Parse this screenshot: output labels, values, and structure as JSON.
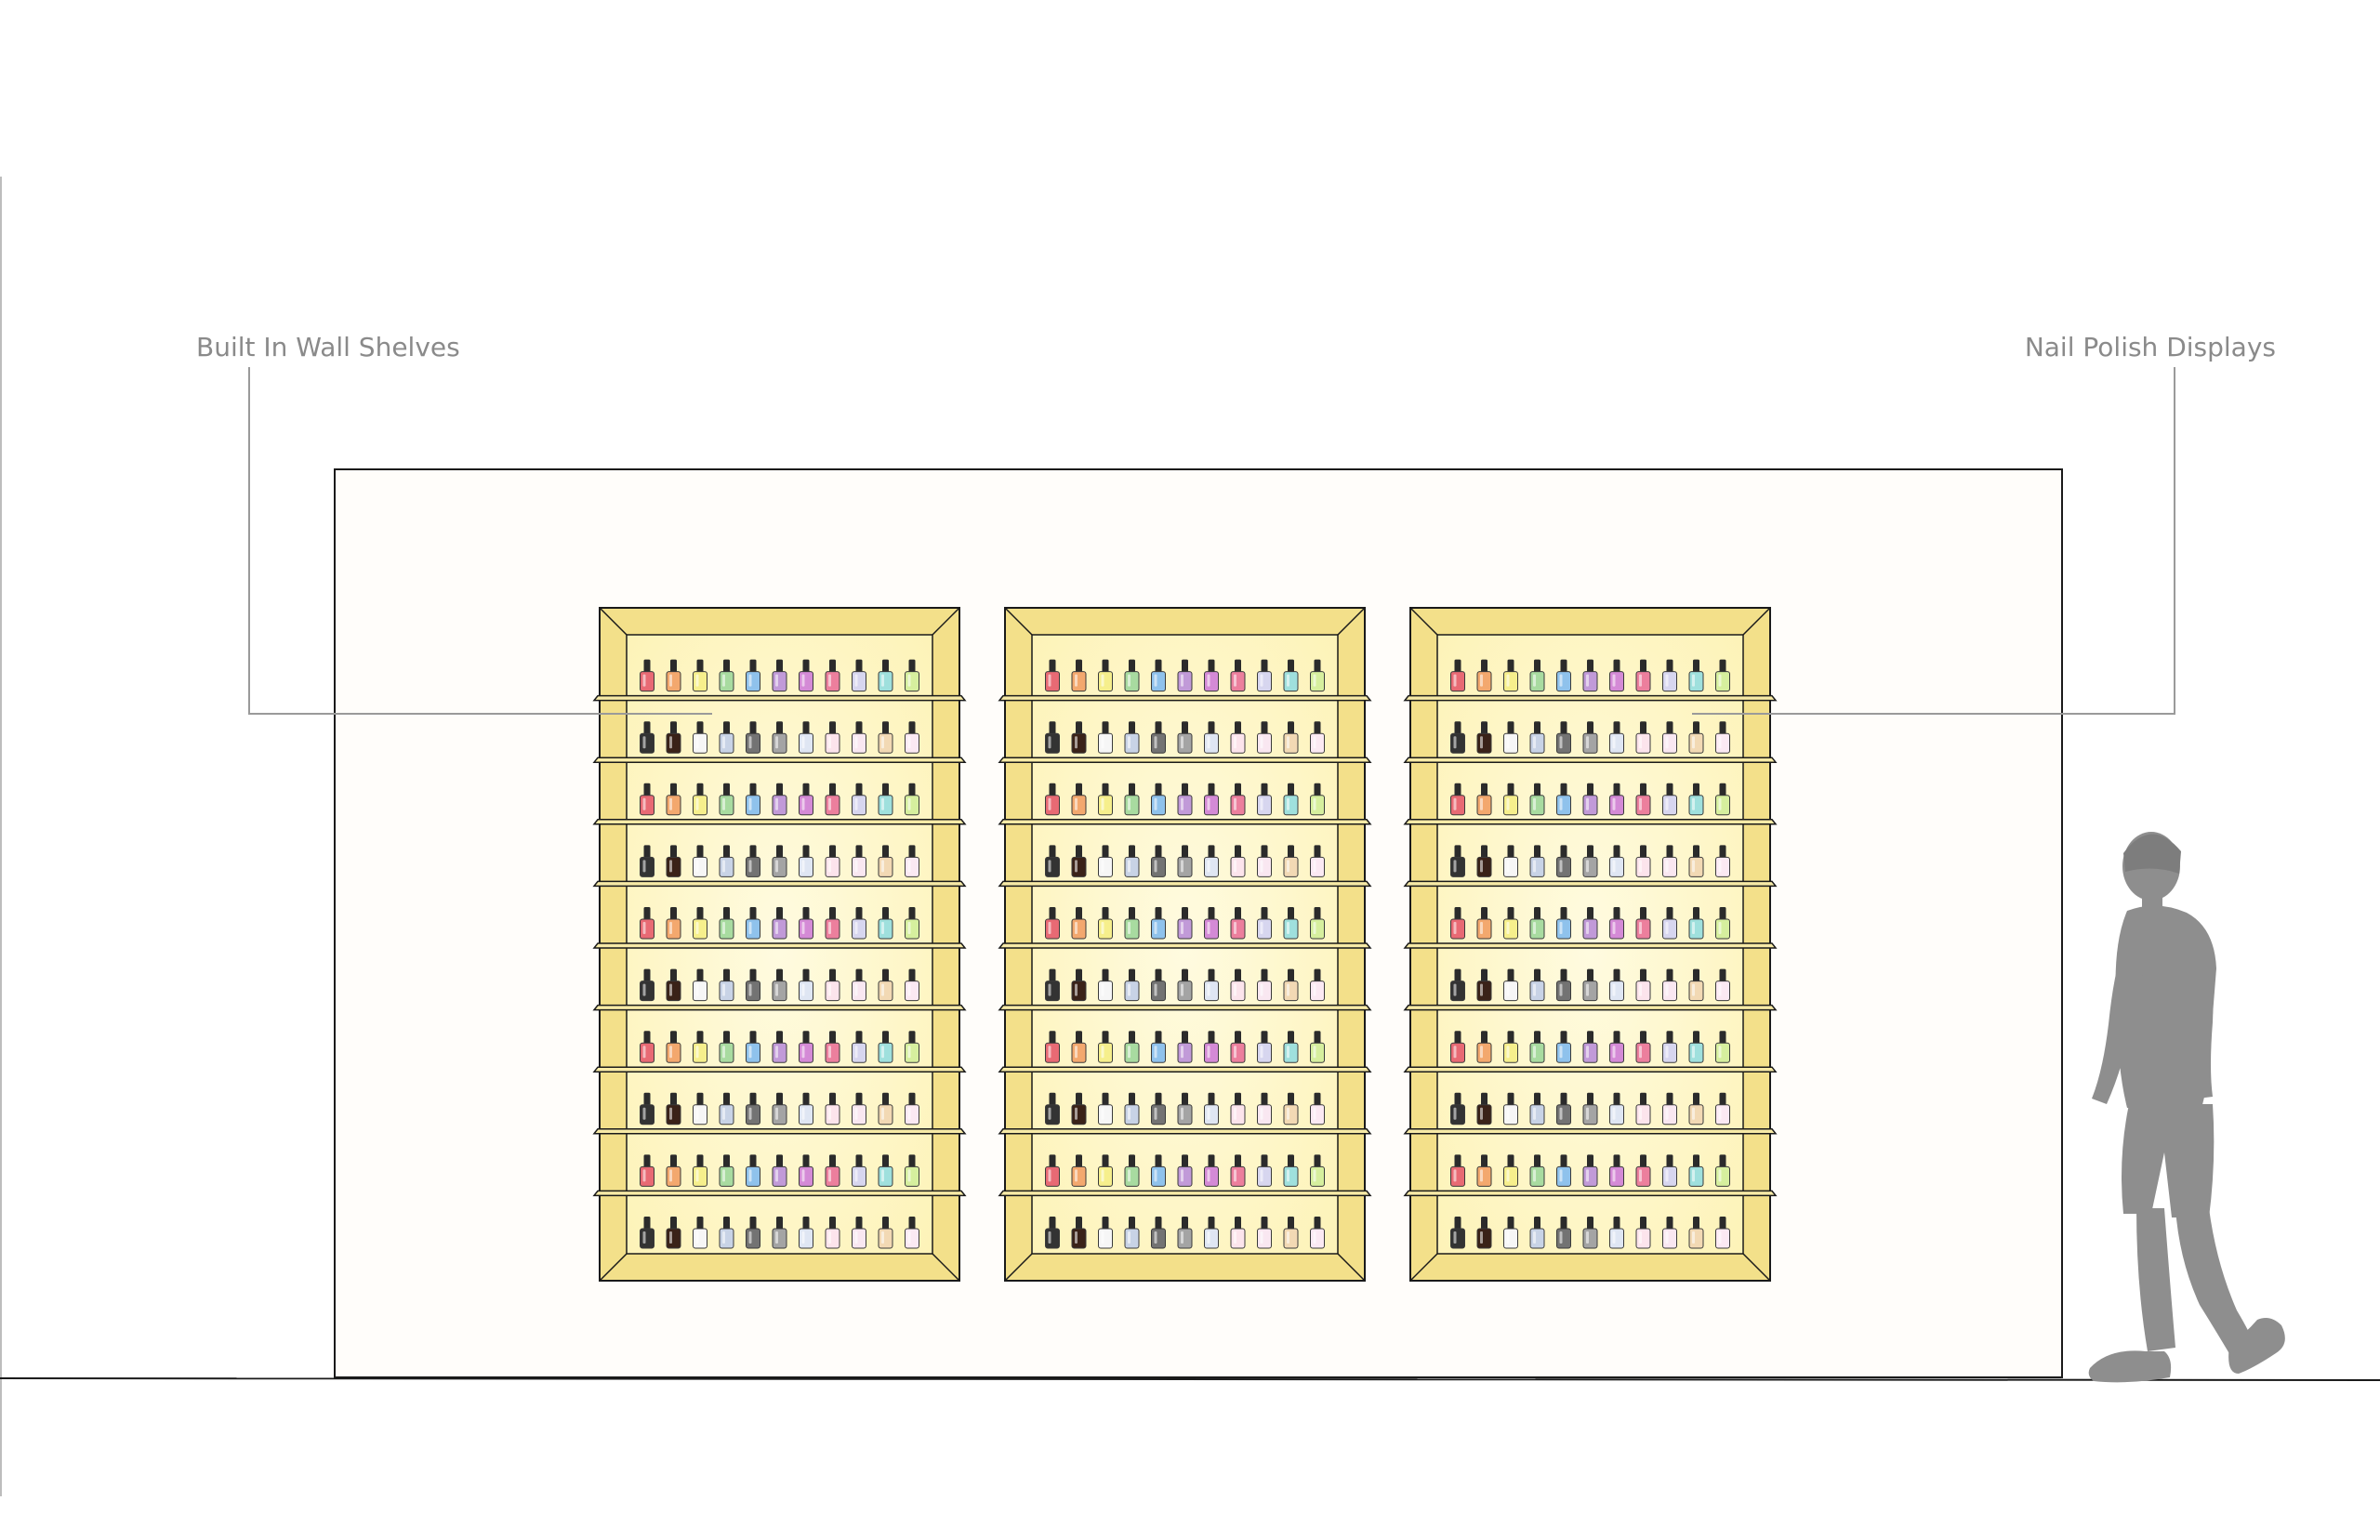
{
  "callouts": {
    "left": "Built In Wall Shelves",
    "right": "Nail Polish Displays"
  },
  "shelving": {
    "unit_count": 3,
    "shelves_per_unit": 10,
    "bottles_per_shelf": 11
  },
  "colors": {
    "line": "#1a1a1a",
    "callout_line": "#9a9a9a",
    "callout_text": "#8a8a8a",
    "wall_fill": "#fffdfa",
    "shelf_back": "#fdf3b8",
    "shelf_frame": "#f3e08a",
    "silhouette": "#8e8e8e"
  },
  "palettes": {
    "bright": [
      "#e86a74",
      "#f3a86e",
      "#f6ef8c",
      "#a8dba0",
      "#8fc2ec",
      "#c19ad8",
      "#d48ad6",
      "#ec7f9d",
      "#d7d6ef",
      "#9fe0dd",
      "#d6ef9e"
    ],
    "muted": [
      "#333333",
      "#3a2218",
      "#f6f6f6",
      "#c8d3e6",
      "#737373",
      "#a4a4a4",
      "#dfe6f3",
      "#fce4ec",
      "#f9e7f1",
      "#f2d9b4",
      "#fbe9f3"
    ]
  }
}
